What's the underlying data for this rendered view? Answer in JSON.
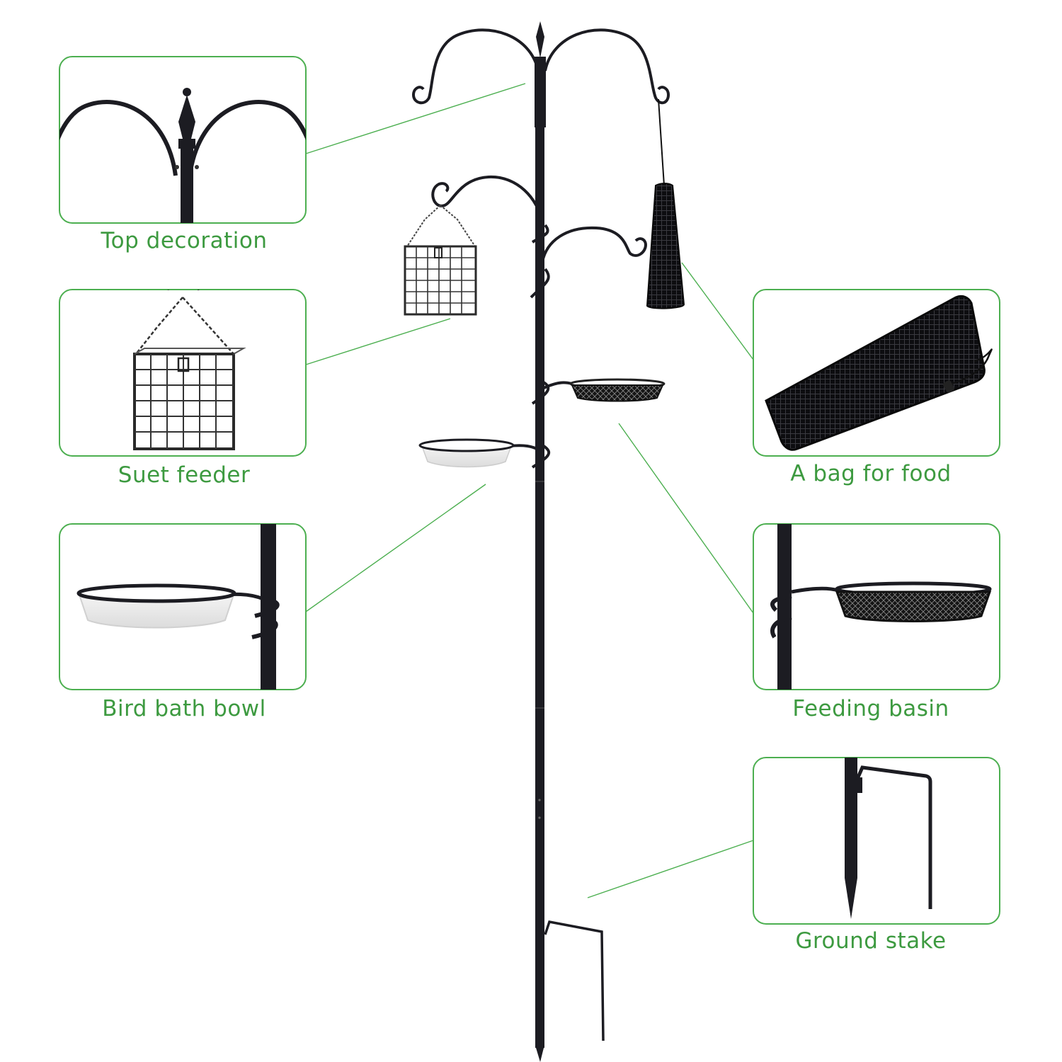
{
  "colors": {
    "accent_green": "#3d9a40",
    "frame_stroke": "#4caf50",
    "metal": "#1c1c22"
  },
  "callouts": {
    "top_decoration": "Top decoration",
    "suet_feeder": "Suet feeder",
    "bird_bath_bowl": "Bird bath bowl",
    "food_bag": "A bag for food",
    "feeding_basin": "Feeding basin",
    "ground_stake": "Ground stake"
  }
}
